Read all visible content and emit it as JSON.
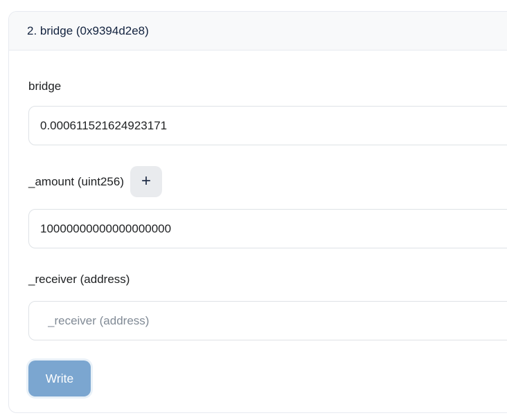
{
  "card": {
    "header": {
      "title": "2. bridge (0x9394d2e8)"
    },
    "fields": [
      {
        "label": "bridge",
        "value": "0.000611521624923171"
      },
      {
        "label": "_amount (uint256)",
        "value": "10000000000000000000",
        "add_button": "+"
      },
      {
        "label": "_receiver (address)",
        "value": "",
        "placeholder": "_receiver (address)"
      }
    ],
    "write_button": {
      "label": "Write"
    }
  },
  "colors": {
    "write_button_bg": "#7ba6d0",
    "header_bg": "#f8f9fa",
    "card_border": "#e7eaf0",
    "input_border": "#dee2e6",
    "title_text": "#13233f",
    "placeholder_text": "#808a95",
    "plus_button_bg": "#e9ebee"
  }
}
